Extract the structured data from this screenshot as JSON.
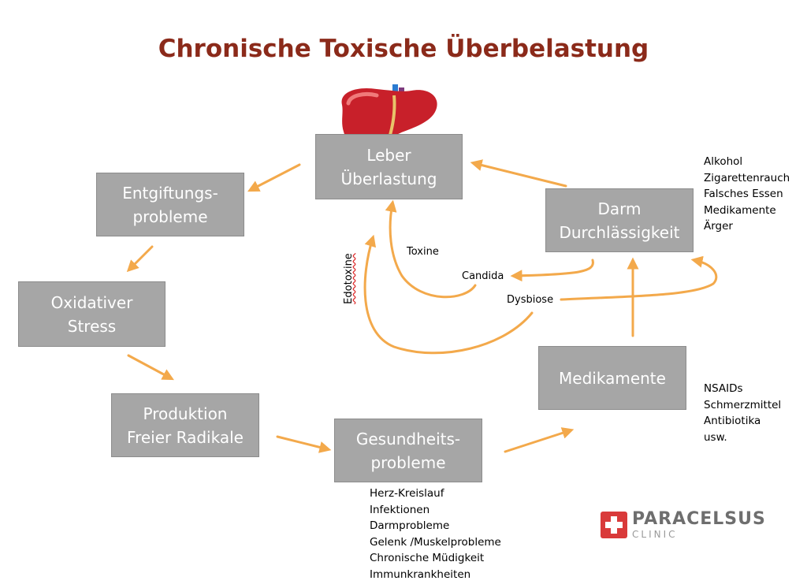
{
  "title": "Chronische Toxische Überbelastung",
  "boxes": {
    "leber": "Leber\nÜberlastung",
    "entgiftung": "Entgiftungs-\nprobleme",
    "oxidativ": "Oxidativer\nStress",
    "radikale": "Produktion\nFreier Radikale",
    "gesundheit": "Gesundheits-\nprobleme",
    "medikamente": "Medikamente",
    "darm": "Darm\nDurchlässigkeit"
  },
  "notes": {
    "darm_causes": [
      "Alkohol",
      "Zigarettenrauch",
      "Falsches Essen",
      "Medikamente",
      "Ärger"
    ],
    "medikamente_list": [
      "NSAIDs",
      "Schmerzmittel",
      "Antibiotika",
      "usw."
    ],
    "gesundheit_list": [
      "Herz-Kreislauf",
      "Infektionen",
      "Darmprobleme",
      "Gelenk /Muskelprobleme",
      "Chronische Müdigkeit",
      "Immunkrankheiten"
    ]
  },
  "labels": {
    "toxine": "Toxine",
    "candida": "Candida",
    "dysbiose": "Dysbiose",
    "edotoxine": "Edotoxine"
  },
  "logo": {
    "name": "PARACELSUS",
    "sub": "CLINIC"
  },
  "colors": {
    "title": "#8b2a1a",
    "box": "#a6a6a6",
    "arrow": "#f3a94b",
    "liver": "#c8202a",
    "logo_red": "#d93a3a"
  }
}
